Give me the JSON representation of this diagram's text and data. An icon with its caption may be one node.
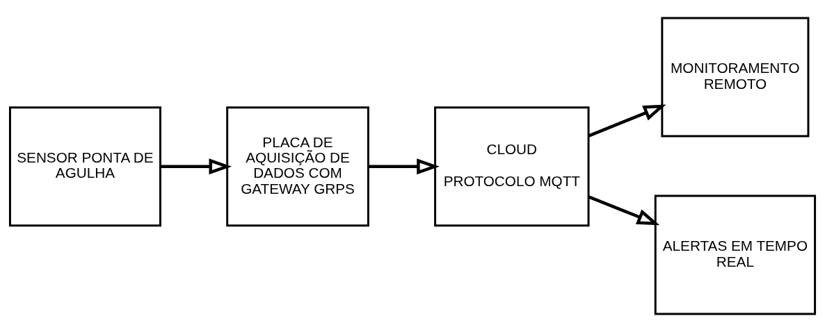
{
  "diagram": {
    "nodes": [
      {
        "text": [
          "SENSOR PONTA DE AGULHA"
        ]
      },
      {
        "text": [
          "PLACA DE AQUISIÇÃO DE DADOS COM GATEWAY GRPS"
        ]
      },
      {
        "text": [
          "CLOUD",
          "PROTOCOLO MQTT"
        ]
      },
      {
        "text": [
          "MONITORAMENTO REMOTO"
        ]
      },
      {
        "text": [
          "ALERTAS EM TEMPO REAL"
        ]
      }
    ],
    "edges": [
      {
        "from": 0,
        "to": 1,
        "arrow": "to"
      },
      {
        "from": 1,
        "to": 2,
        "arrow": "to"
      },
      {
        "from": 2,
        "to": 3,
        "arrow": "to"
      },
      {
        "from": 2,
        "to": 4,
        "arrow": "to"
      }
    ]
  }
}
